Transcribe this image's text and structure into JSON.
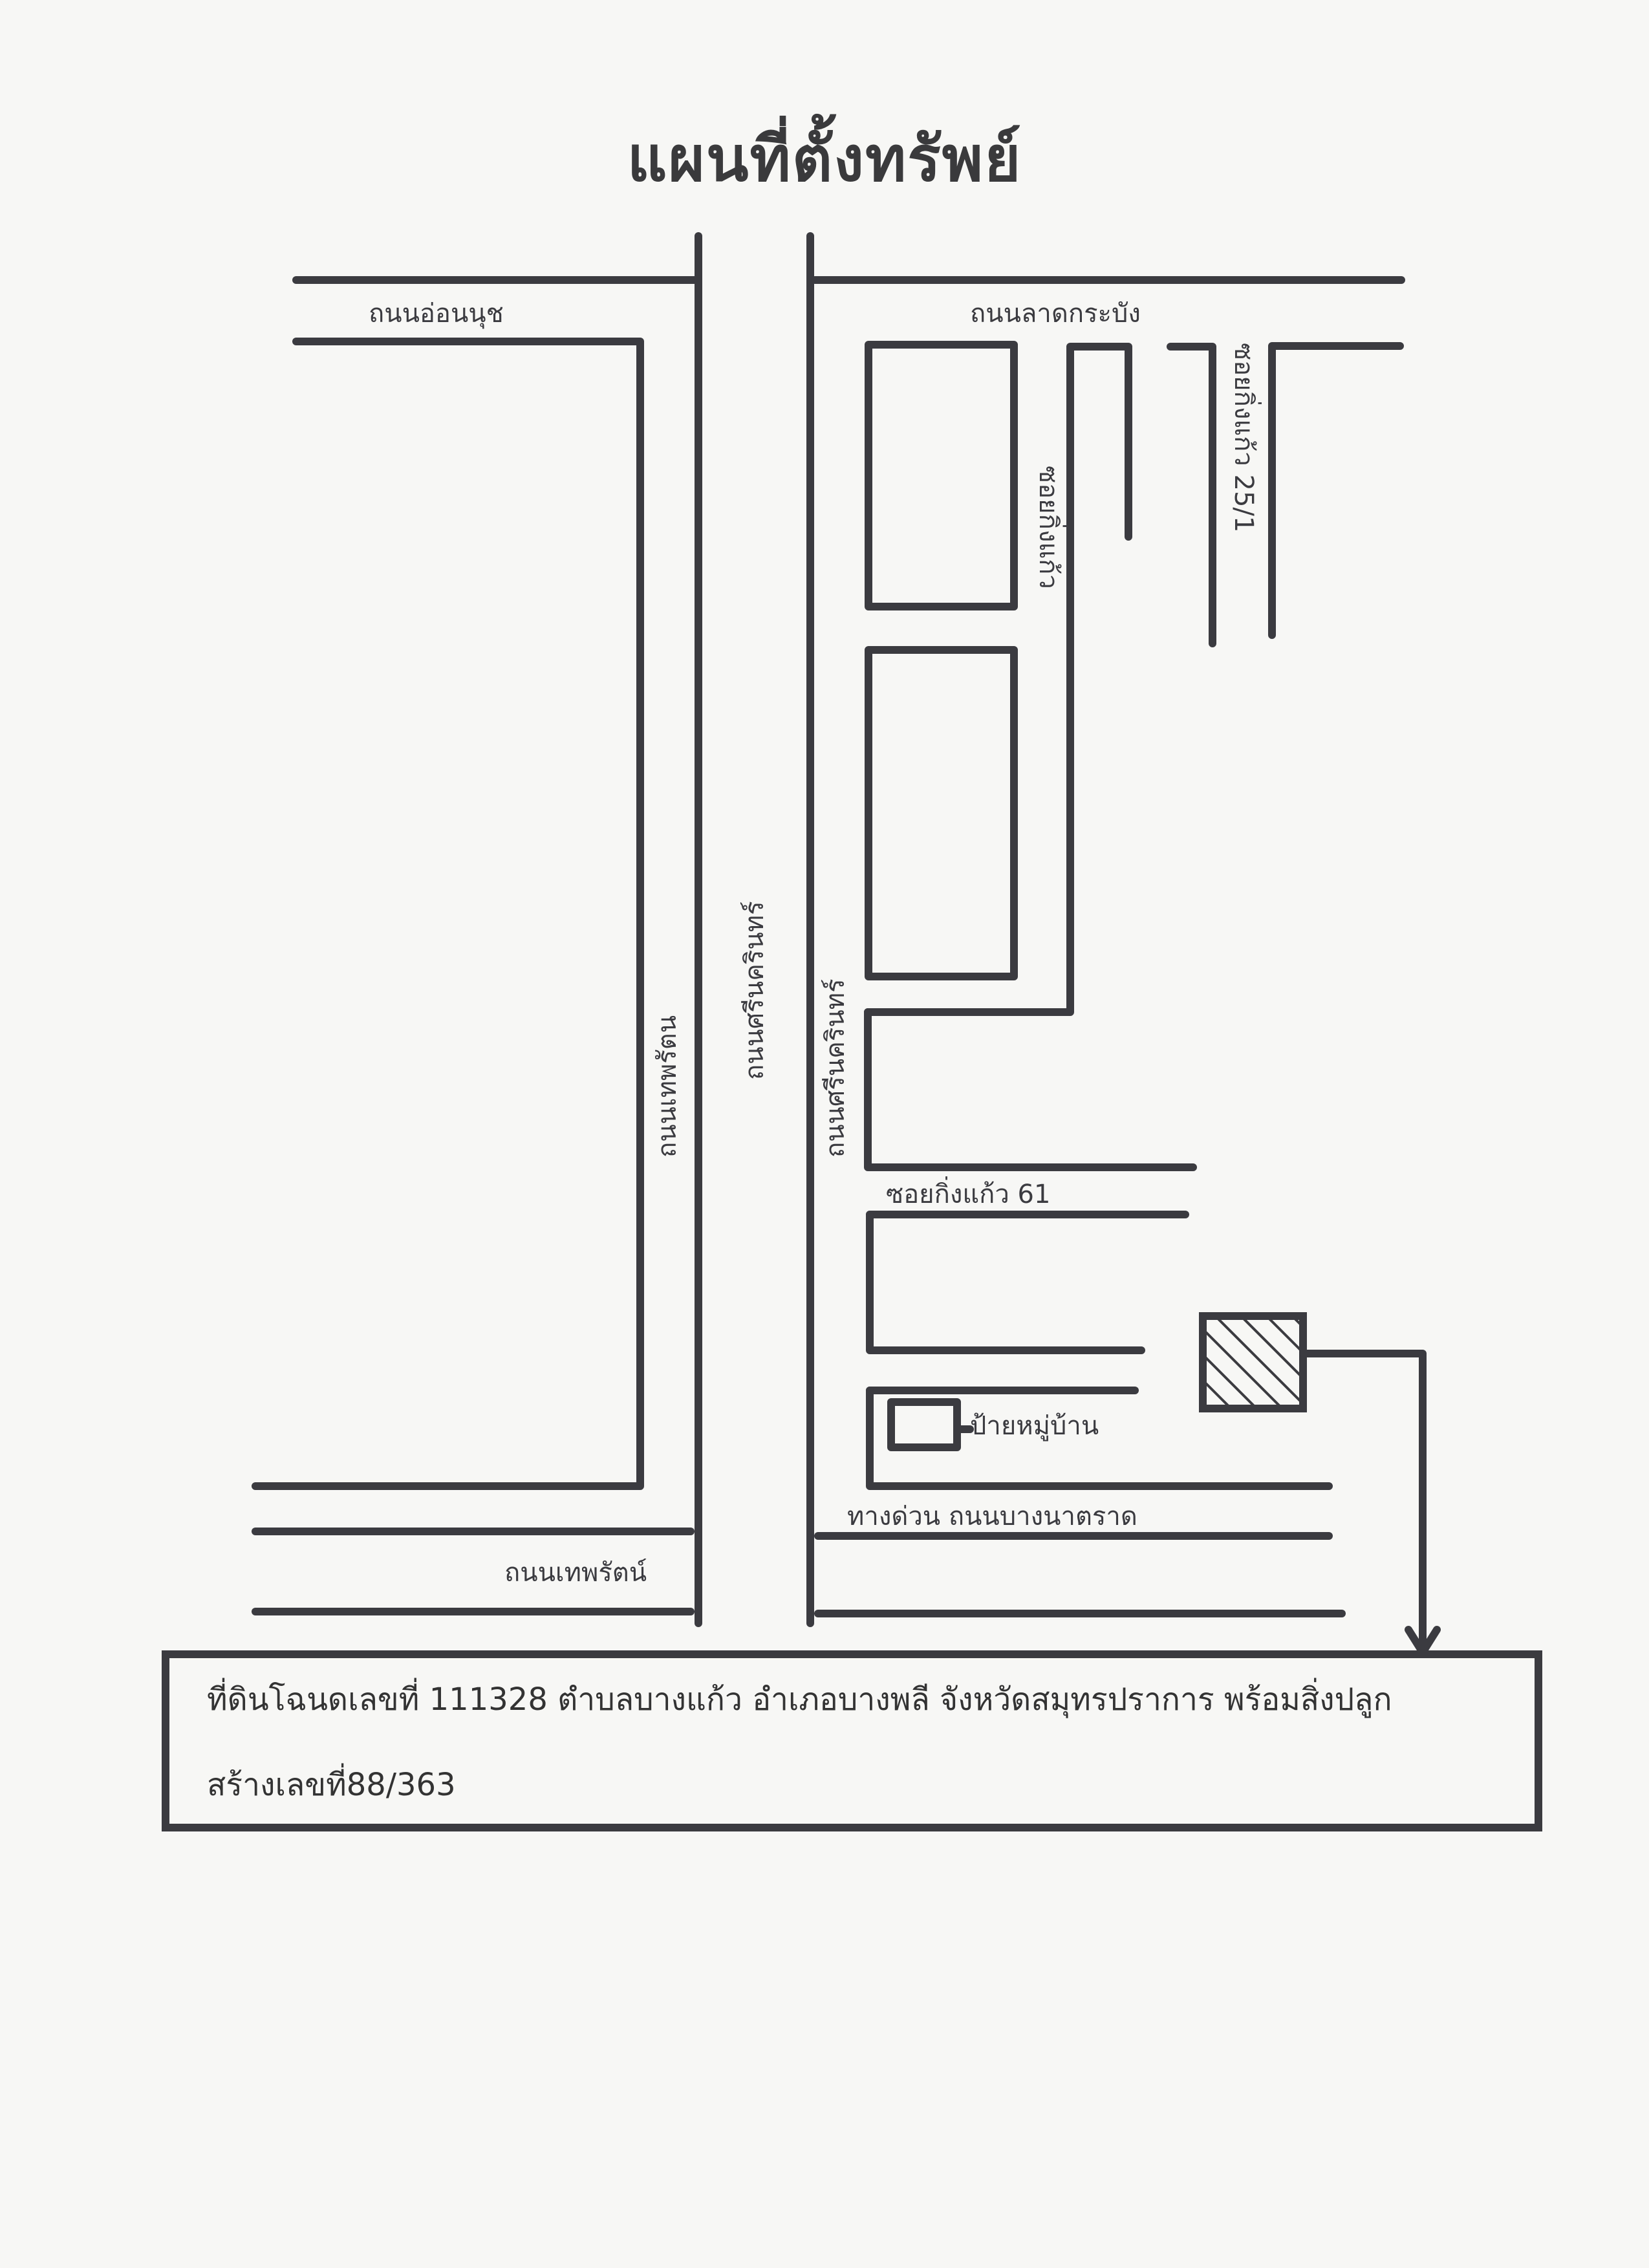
{
  "title": "แผนที่ตั้งทรัพย์",
  "map": {
    "labels": {
      "road_top_left": "ถนนอ่อนนุช",
      "road_top_right": "ถนนลาดกระบัง",
      "left_frontage_road": "ถนนเทพรัตน",
      "main_road": "ถนนศรีนครินทร์",
      "right_frontage_road": "ถนนศรีนครินทร์",
      "soi_upper": "ซอยกิ่งแก้ว",
      "soi_right": "ซอยกิ่งแก้ว 25/1",
      "soi_61": "ซอยกิ่งแก้ว 61",
      "village_sign": "ป้ายหมู่บ้าน",
      "bottom_right_road": "ทางด่วน ถนนบางนาตราด",
      "bottom_left_road": "ถนนเทพรัตน์"
    },
    "property_marker": {
      "icon": "hatched-square",
      "hatch_color": "#3b3b40"
    }
  },
  "caption": {
    "line1": "ที่ดินโฉนดเลขที่ 111328 ตำบลบางแก้ว อำเภอบางพลี จังหวัดสมุทรปราการ พร้อมสิ่งปลูก",
    "line2": "สร้างเลขที่88/363"
  }
}
